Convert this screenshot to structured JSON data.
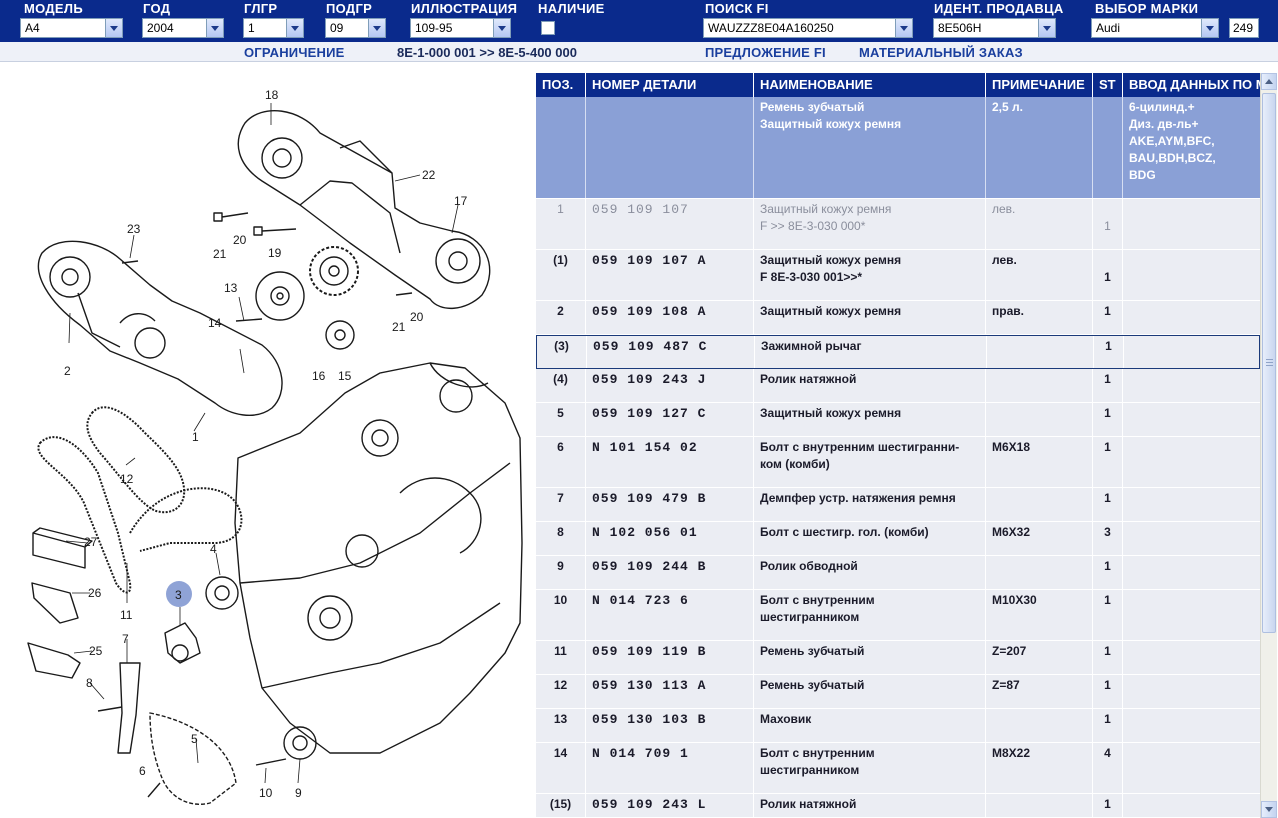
{
  "filters": {
    "model": {
      "label": "МОДЕЛЬ",
      "value": "A4"
    },
    "year": {
      "label": "ГОД",
      "value": "2004"
    },
    "mgroup": {
      "label": "ГЛГР",
      "value": "1"
    },
    "subgroup": {
      "label": "ПОДГР",
      "value": "09"
    },
    "illustration": {
      "label": "ИЛЛЮСТРАЦИЯ",
      "value": "109-95"
    },
    "availability": {
      "label": "НАЛИЧИЕ"
    },
    "fi_search": {
      "label": "ПОИСК FI",
      "value": "WAUZZZ8E04A160250"
    },
    "dealer_id": {
      "label": "ИДЕНТ. ПРОДАВЦА",
      "value": "8E506H"
    },
    "brand": {
      "label": "ВЫБОР МАРКИ",
      "value": "Audi"
    },
    "page_number": "249"
  },
  "subbar": {
    "restriction_label": "ОГРАНИЧЕНИЕ",
    "restriction_value": "8E-1-000 001 >> 8E-5-400 000",
    "fi_offer": "ПРЕДЛОЖЕНИЕ FI",
    "material_order": "МАТЕРИАЛЬНЫЙ ЗАКАЗ"
  },
  "table": {
    "headers": {
      "pos": "ПОЗ.",
      "part_no": "НОМЕР ДЕТАЛИ",
      "name": "НАИМЕНОВАНИЕ",
      "note": "ПРИМЕЧАНИЕ",
      "st": "ST",
      "input": "ВВОД ДАННЫХ ПО М"
    },
    "info_row": {
      "name_1": "Ремень зубчатый",
      "name_2": "Защитный кожух ремня",
      "note": "2,5 л.",
      "input_1": "6-цилинд.+",
      "input_2": "Диз. дв-ль+",
      "input_3": "AKE,AYM,BFC,",
      "input_4": "BAU,BDH,BCZ,",
      "input_5": "BDG"
    },
    "rows": [
      {
        "pos": "1",
        "part": "059  109  107",
        "name": "Защитный кожух ремня",
        "name2": "F              >> 8E-3-030 000*",
        "note": "лев.",
        "qty": "1"
      },
      {
        "pos": "(1)",
        "part": "059  109  107  A",
        "name": "Защитный кожух ремня",
        "name2": "F 8E-3-030 001>>*",
        "note": "лев.",
        "qty": "1"
      },
      {
        "pos": "2",
        "part": "059  109  108  A",
        "name": "Защитный кожух ремня",
        "note": "прав.",
        "qty": "1"
      },
      {
        "pos": "(3)",
        "part": "059  109  487  C",
        "name": "Зажимной рычаг",
        "note": "",
        "qty": "1"
      },
      {
        "pos": "(4)",
        "part": "059  109  243  J",
        "name": "Ролик натяжной",
        "note": "",
        "qty": "1"
      },
      {
        "pos": "5",
        "part": "059  109  127  C",
        "name": "Защитный кожух ремня",
        "note": "",
        "qty": "1"
      },
      {
        "pos": "6",
        "part": "N    101  154  02",
        "name": "Болт с внутренним шестигранни-",
        "name2": "ком (комби)",
        "note": "M6X18",
        "qty": "1"
      },
      {
        "pos": "7",
        "part": "059  109  479  B",
        "name": "Демпфер устр. натяжения ремня",
        "note": "",
        "qty": "1"
      },
      {
        "pos": "8",
        "part": "N    102  056  01",
        "name": "Болт с шестигр. гол. (комби)",
        "note": "M6X32",
        "qty": "3"
      },
      {
        "pos": "9",
        "part": "059  109  244  B",
        "name": "Ролик обводной",
        "note": "",
        "qty": "1"
      },
      {
        "pos": "10",
        "part": "N    014  723  6",
        "name": "Болт с внутренним",
        "name2": "шестигранником",
        "note": "M10X30",
        "qty": "1"
      },
      {
        "pos": "11",
        "part": "059  109  119  B",
        "name": "Ремень зубчатый",
        "note": "Z=207",
        "qty": "1"
      },
      {
        "pos": "12",
        "part": "059  130  113  A",
        "name": "Ремень зубчатый",
        "note": "Z=87",
        "qty": "1"
      },
      {
        "pos": "13",
        "part": "059  130  103  B",
        "name": "Маховик",
        "note": "",
        "qty": "1"
      },
      {
        "pos": "14",
        "part": "N    014  709  1",
        "name": "Болт с внутренним",
        "name2": "шестигранником",
        "note": "M8X22",
        "qty": "4"
      },
      {
        "pos": "(15)",
        "part": "059  109  243  L",
        "name": "Ролик натяжной",
        "note": "",
        "qty": "1"
      }
    ]
  },
  "callouts": [
    "18",
    "22",
    "17",
    "23",
    "21",
    "20",
    "19",
    "13",
    "14",
    "21",
    "20",
    "16",
    "15",
    "2",
    "1",
    "12",
    "27",
    "26",
    "25",
    "11",
    "4",
    "3",
    "7",
    "8",
    "5",
    "6",
    "10",
    "9"
  ],
  "colors": {
    "header_blue": "#0a2a8c",
    "info_blue": "#8aa0d6",
    "row_grey": "#ebedf3",
    "highlight_callout": "#8fa3d6"
  }
}
